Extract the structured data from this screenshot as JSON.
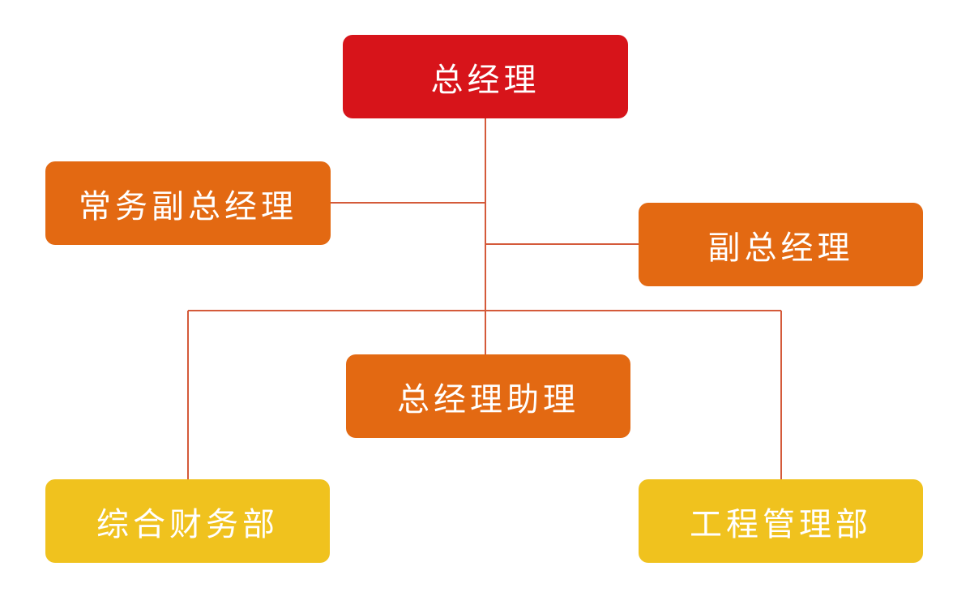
{
  "colors": {
    "level_1": "#d7141a",
    "level_2": "#e36912",
    "level_3": "#f0c21e",
    "connector": "#d45a3a",
    "text": "#ffffff"
  },
  "nodes": {
    "general_manager": "总经理",
    "executive_vice_gm": "常务副总经理",
    "vice_gm": "副总经理",
    "gm_assistant": "总经理助理",
    "finance_dept": "综合财务部",
    "engineering_dept": "工程管理部"
  }
}
